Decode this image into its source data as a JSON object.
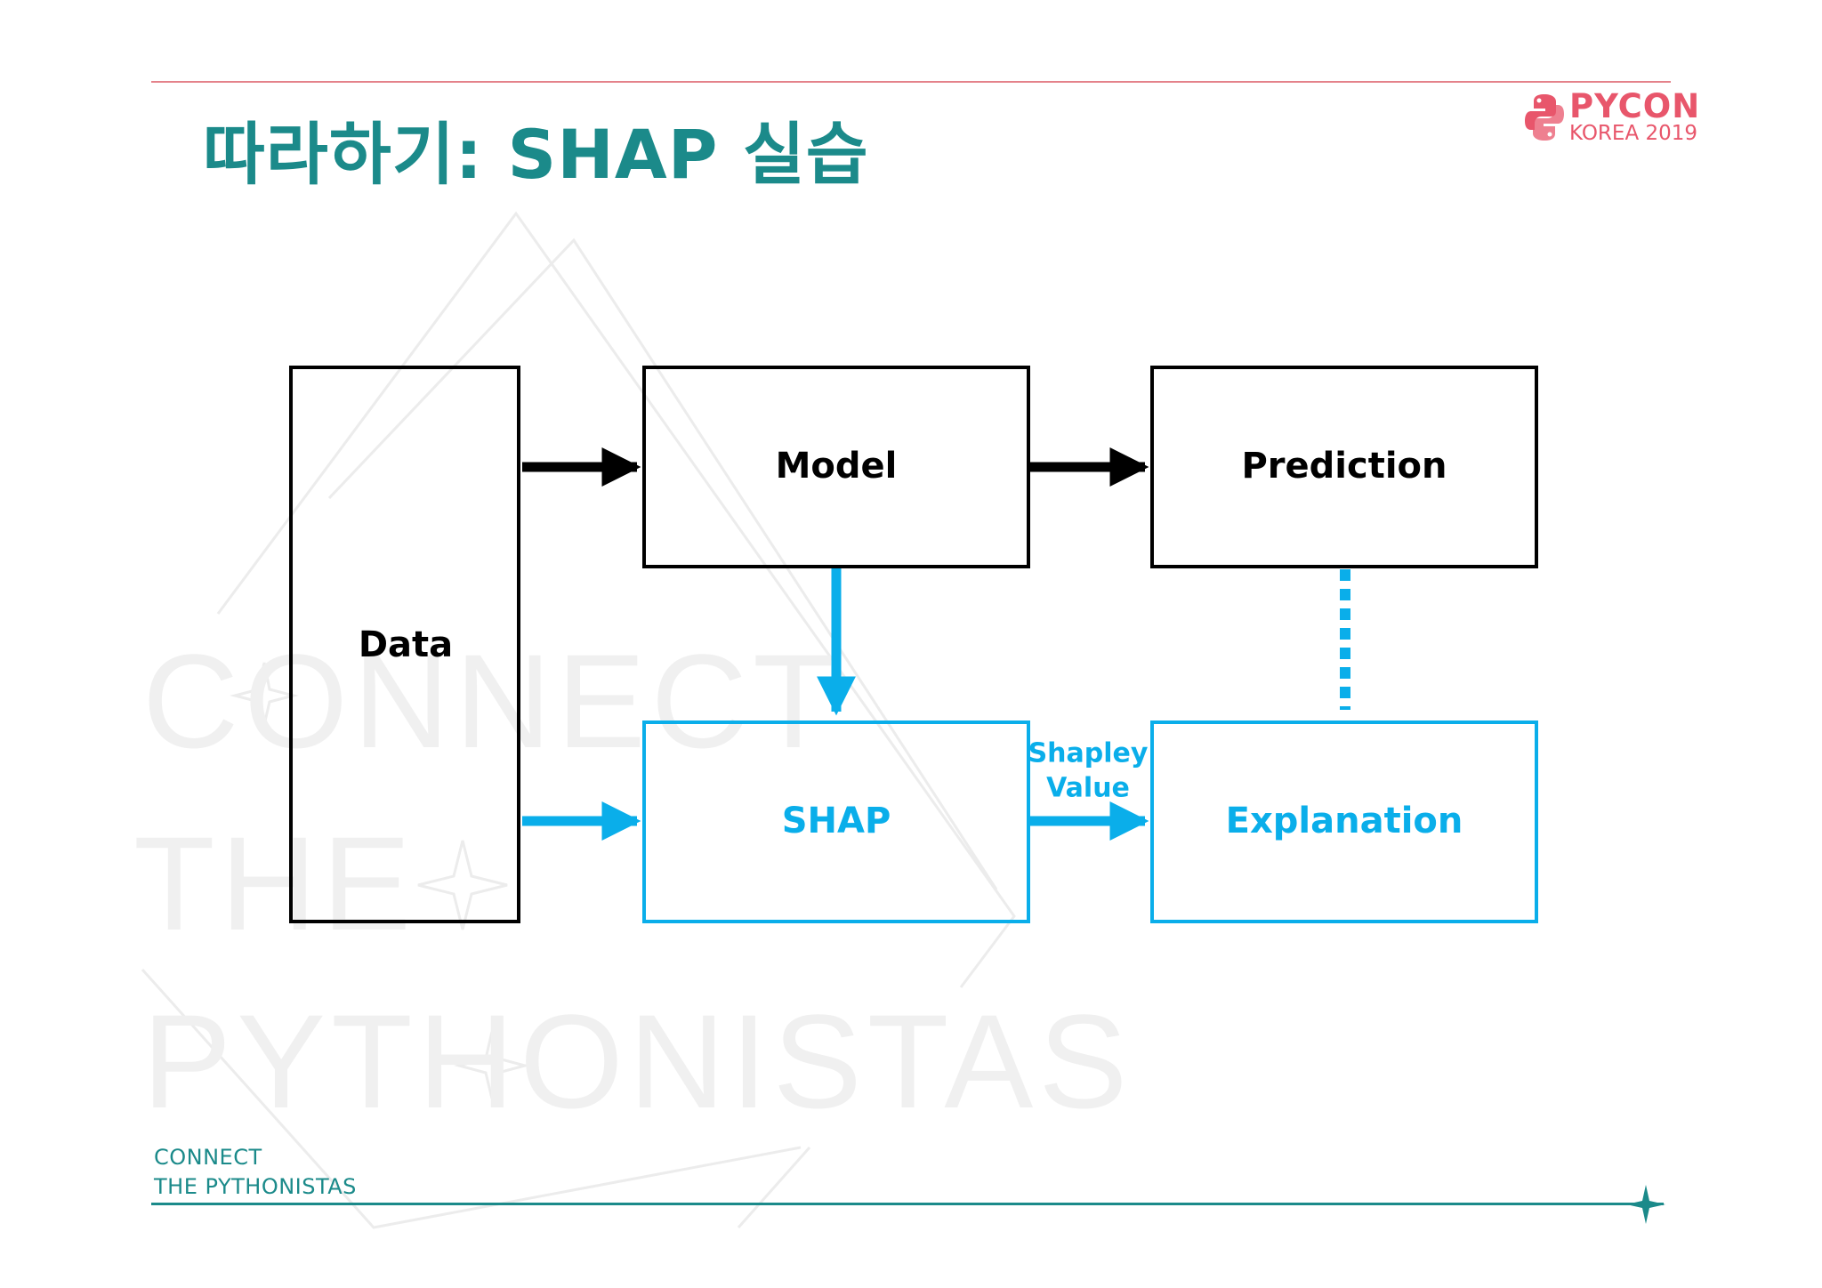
{
  "slide": {
    "title": "따라하기: SHAP 실습",
    "logo": {
      "name": "PYCON",
      "subtitle": "KOREA 2019"
    },
    "footer": {
      "line1": "CONNECT",
      "line2": "THE PYTHONISTAS"
    },
    "watermark": {
      "line1": "CONNECT",
      "line2": "THE",
      "line3": "PYTHONISTAS"
    }
  },
  "colors": {
    "title": "#1b8a8a",
    "logo": "#e8566b",
    "top_rule": "#e4828a",
    "black": "#000000",
    "blue": "#0aaeea",
    "footer": "#1b8a8a"
  },
  "diagram": {
    "nodes": {
      "data": {
        "label": "Data"
      },
      "model": {
        "label": "Model"
      },
      "prediction": {
        "label": "Prediction"
      },
      "shap": {
        "label": "SHAP"
      },
      "explanation": {
        "label": "Explanation"
      }
    },
    "edges": [
      {
        "from": "Data",
        "to": "Model",
        "style": "solid-black"
      },
      {
        "from": "Model",
        "to": "Prediction",
        "style": "solid-black"
      },
      {
        "from": "Model",
        "to": "SHAP",
        "style": "solid-blue"
      },
      {
        "from": "Data",
        "to": "SHAP",
        "style": "solid-blue"
      },
      {
        "from": "SHAP",
        "to": "Explanation",
        "style": "solid-blue",
        "label_line1": "Shapley",
        "label_line2": "Value"
      },
      {
        "from": "Prediction",
        "to": "Explanation",
        "style": "dotted-blue"
      }
    ]
  },
  "icons": {
    "logo": "python-logo-icon",
    "star": "four-point-star-icon"
  }
}
